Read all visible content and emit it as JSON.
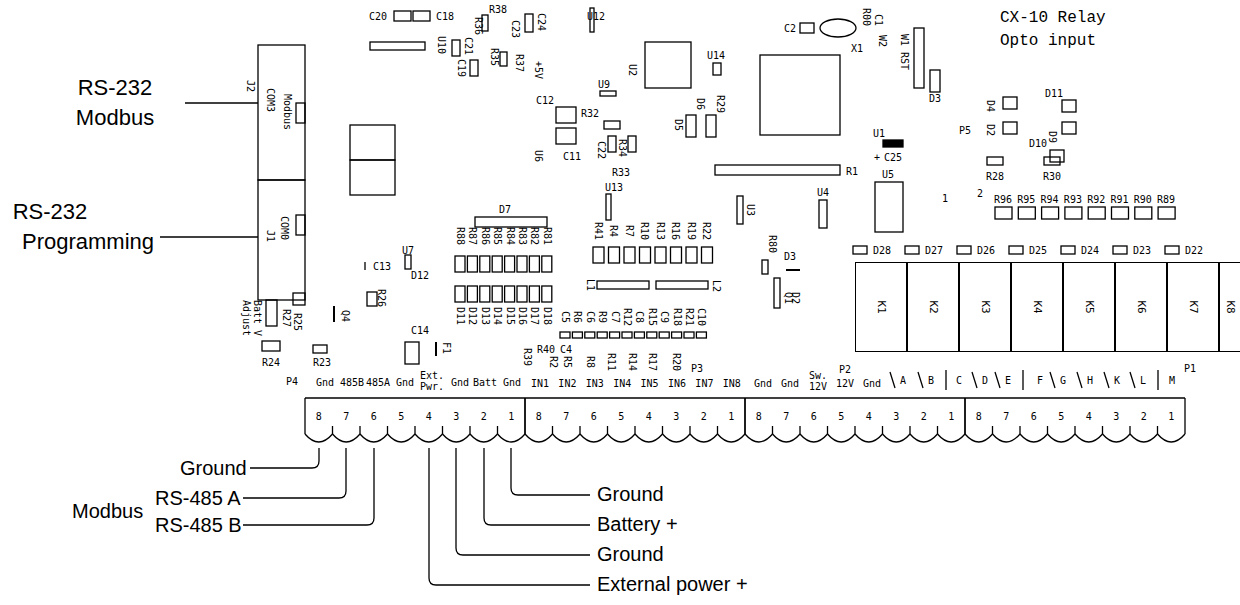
{
  "diagram": {
    "nodes": [
      {
        "text": [
          "K1"
        ]
      },
      {
        "text": [
          "K2"
        ]
      },
      {
        "text": [
          "K3"
        ]
      },
      {
        "text": [
          "K4"
        ]
      },
      {
        "text": [
          "K5"
        ]
      },
      {
        "text": [
          "K6"
        ]
      },
      {
        "text": [
          "K7"
        ]
      },
      {
        "text": [
          "K8"
        ]
      }
    ],
    "labels": [
      "C20",
      "C18",
      "R38",
      "R36",
      "C23",
      "C24",
      "U12",
      "U2",
      "C2",
      "R00",
      "C1",
      "X1",
      "W2",
      "W1 RST",
      "CX-10 Relay",
      "Opto input",
      "U10",
      "C21",
      "C19",
      "R35",
      "R37",
      "+5V",
      "U9",
      "U14",
      "J2",
      "COM3",
      "Modbus",
      "RS-232",
      "Modbus",
      "C12",
      "R32",
      "C11",
      "U6",
      "C22",
      "R34",
      "R33",
      "D5",
      "D6",
      "R29",
      "D3",
      "D4",
      "D11",
      "P5",
      "D2",
      "D9",
      "D10",
      "U1",
      "+",
      "C25",
      "R28",
      "R30",
      "R1",
      "U5",
      "RS-232",
      "Programming",
      "COM0",
      "J1",
      "U13",
      "U4",
      "U3",
      "D7",
      "1",
      "2",
      "R96",
      "R95",
      "R94",
      "R93",
      "R92",
      "R91",
      "R90",
      "R89",
      "R88",
      "R87",
      "R86",
      "R85",
      "R84",
      "R83",
      "R82",
      "R81",
      "R41",
      "R4",
      "R7",
      "R10",
      "R13",
      "R16",
      "R19",
      "R22",
      "U7",
      "D12",
      "C13",
      "R80",
      "D3",
      "D2",
      "Q1",
      "D28",
      "D27",
      "D26",
      "D25",
      "D24",
      "D23",
      "D22",
      "L1",
      "L2",
      "R27",
      "R26",
      "Batt V Adjust",
      "R25",
      "Q4",
      "D11",
      "D12",
      "D13",
      "D14",
      "D15",
      "D16",
      "D17",
      "D18",
      "C5",
      "R6",
      "C6",
      "R9",
      "C7",
      "R12",
      "C8",
      "R15",
      "C9",
      "R18",
      "R21",
      "C10",
      "C14",
      "F1",
      "R24",
      "R23",
      "R39",
      "R40",
      "C4",
      "R2",
      "R5",
      "R8",
      "R11",
      "R14",
      "R17",
      "R20",
      "P3",
      "P4",
      "Gnd",
      "485B",
      "485A",
      "Gnd",
      "Ext. Pwr.",
      "Gnd",
      "Batt",
      "Gnd",
      "IN1",
      "IN2",
      "IN3",
      "IN4",
      "IN5",
      "IN6",
      "IN7",
      "IN8",
      "Gnd",
      "Gnd",
      "Sw. 12V",
      "P2",
      "12V",
      "Gnd",
      "A",
      "B",
      "C",
      "D",
      "E",
      "F",
      "G",
      "H",
      "K",
      "L",
      "M",
      "P1",
      "8",
      "7",
      "6",
      "5",
      "4",
      "3",
      "2",
      "1",
      "8",
      "7",
      "6",
      "5",
      "4",
      "3",
      "2",
      "1",
      "8",
      "7",
      "6",
      "5",
      "4",
      "3",
      "2",
      "1",
      "8",
      "7",
      "6",
      "5",
      "4",
      "3",
      "2",
      "1",
      "Ground",
      "RS-485 A",
      "RS-485 B",
      "Modbus",
      "Ground",
      "Battery +",
      "Ground",
      "External power +"
    ]
  }
}
